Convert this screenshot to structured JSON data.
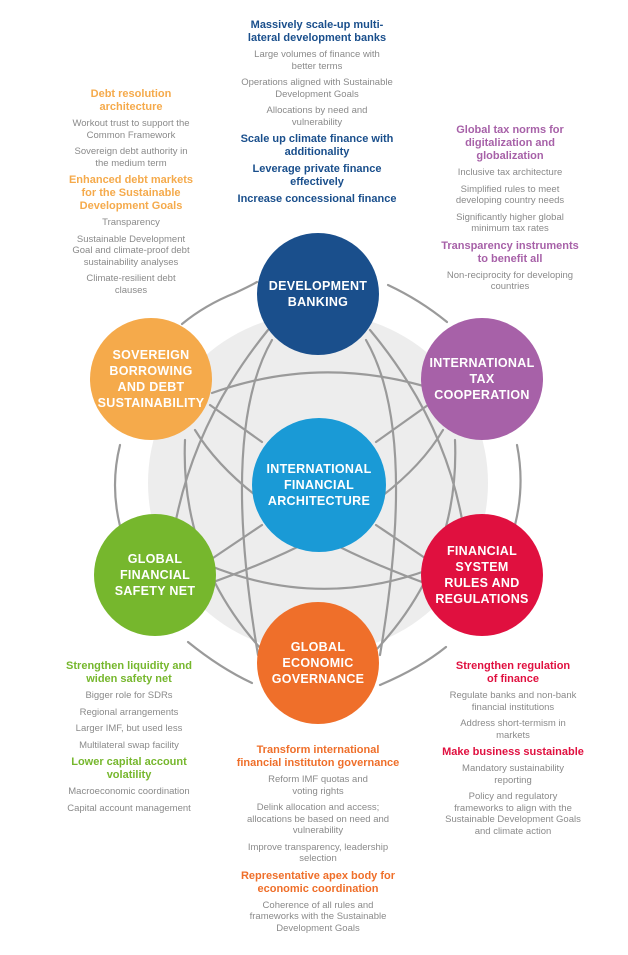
{
  "colors": {
    "development": "#1a4f8c",
    "tax": "#a761a8",
    "regulation": "#e0103f",
    "governance": "#ef6f2a",
    "safety": "#76b72d",
    "debt": "#f5aa4b",
    "center": "#1a9ad6",
    "lines": "#9a9a9a",
    "backdrop": "#ededed",
    "item_text": "#8a8a8a"
  },
  "nodes": {
    "center": "INTERNATIONAL\nFINANCIAL\nARCHITECTURE",
    "development": "DEVELOPMENT\nBANKING",
    "tax": "INTERNATIONAL\nTAX\nCOOPERATION",
    "regulation": "FINANCIAL\nSYSTEM\nRULES AND\nREGULATIONS",
    "governance": "GLOBAL\nECONOMIC\nGOVERNANCE",
    "safety": "GLOBAL\nFINANCIAL\nSAFETY NET",
    "debt": "SOVEREIGN\nBORROWING\nAND DEBT\nSUSTAINABILITY"
  },
  "development_block": {
    "heading_1": "Massively scale-up multi-\nlateral development banks",
    "items_1": [
      "Large volumes of finance with\nbetter terms",
      "Operations aligned with Sustainable\nDevelopment Goals",
      "Allocations by need and\nvulnerability"
    ],
    "heading_2": "Scale up climate finance with\nadditionality",
    "heading_3": "Leverage private finance\neffectively",
    "heading_4": "Increase concessional finance"
  },
  "debt_block": {
    "heading_1": "Debt resolution\narchitecture",
    "items_1": [
      "Workout trust to support the\nCommon Framework",
      "Sovereign debt authority in\nthe medium term"
    ],
    "heading_2": "Enhanced debt markets\nfor the Sustainable\nDevelopment Goals",
    "items_2": [
      "Transparency",
      "Sustainable Development\nGoal and climate-proof debt\nsustainability analyses",
      "Climate-resilient debt\nclauses"
    ]
  },
  "tax_block": {
    "heading_1": "Global tax norms for\ndigitalization and\nglobalization",
    "items_1": [
      "Inclusive tax architecture",
      "Simplified rules to meet\ndeveloping country needs",
      "Significantly higher global\nminimum tax rates"
    ],
    "heading_2": "Transparency instruments\nto benefit all",
    "items_2": [
      "Non-reciprocity for developing\ncountries"
    ]
  },
  "safety_block": {
    "heading_1": "Strengthen liquidity and\nwiden safety net",
    "items_1": [
      "Bigger role for SDRs",
      "Regional arrangements",
      "Larger IMF, but used less",
      "Multilateral swap facility"
    ],
    "heading_2": "Lower capital account\nvolatility",
    "items_2": [
      "Macroeconomic coordination",
      "Capital account management"
    ]
  },
  "regulation_block": {
    "heading_1": "Strengthen regulation\nof finance",
    "items_1": [
      "Regulate banks and non-bank\nfinancial institutions",
      "Address short-termism in\nmarkets"
    ],
    "heading_2": "Make business sustainable",
    "items_2": [
      "Mandatory sustainability\nreporting",
      "Policy and regulatory\nframeworks to align with the\nSustainable Development Goals\nand climate action"
    ]
  },
  "governance_block": {
    "heading_1": "Transform international\nfinancial instituton governance",
    "items_1": [
      "Reform IMF quotas and\nvoting rights",
      "Delink allocation and access;\nallocations be based on need and\nvulnerability",
      "Improve transparency, leadership\nselection"
    ],
    "heading_2": "Representative apex body for\neconomic coordination",
    "items_2": [
      "Coherence of all rules and\nframeworks with the Sustainable\nDevelopment Goals"
    ]
  }
}
